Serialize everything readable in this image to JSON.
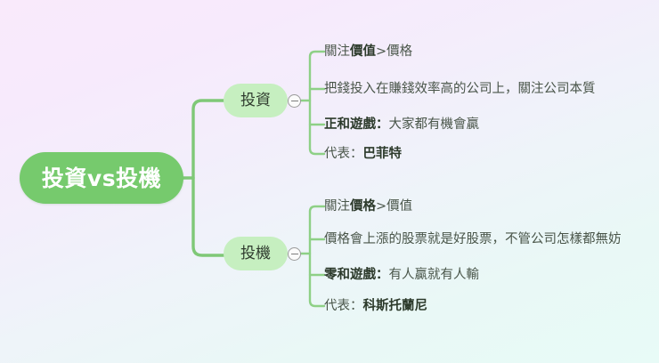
{
  "diagram": {
    "type": "mindmap",
    "root": {
      "label": "投資vs投機",
      "color": "#76ca6d",
      "text_color": "#ffffff"
    },
    "branches": [
      {
        "id": "invest",
        "label": "投資",
        "color": "#c6efc0",
        "toggle": "collapse-minus",
        "leaves": [
          {
            "bold_prefix": "關注",
            "bold": "價值",
            "tail": ">價格",
            "style": "inline-bold"
          },
          {
            "text": "把錢投入在賺錢效率高的公司上，關注公司本質",
            "style": "plain"
          },
          {
            "bold": "正和遊戲：",
            "tail": "大家都有機會贏",
            "style": "lead-bold"
          },
          {
            "lead": "代表：",
            "bold_tail": "巴菲特",
            "style": "trail-bold"
          }
        ]
      },
      {
        "id": "speculation",
        "label": "投機",
        "color": "#c6efc0",
        "toggle": "collapse-minus",
        "leaves": [
          {
            "bold_prefix": "關注",
            "bold": "價格",
            "tail": ">價值",
            "style": "inline-bold"
          },
          {
            "text": "價格會上漲的股票就是好股票，不管公司怎樣都無妨",
            "style": "plain"
          },
          {
            "bold": "零和遊戲：",
            "tail": "有人贏就有人輸",
            "style": "lead-bold"
          },
          {
            "lead": "代表：",
            "bold_tail": "科斯托蘭尼",
            "style": "trail-bold"
          }
        ]
      }
    ],
    "connector_color": "#7fc877",
    "background": {
      "top": "#f9eafb",
      "bottom": "#e8fbf7"
    }
  }
}
